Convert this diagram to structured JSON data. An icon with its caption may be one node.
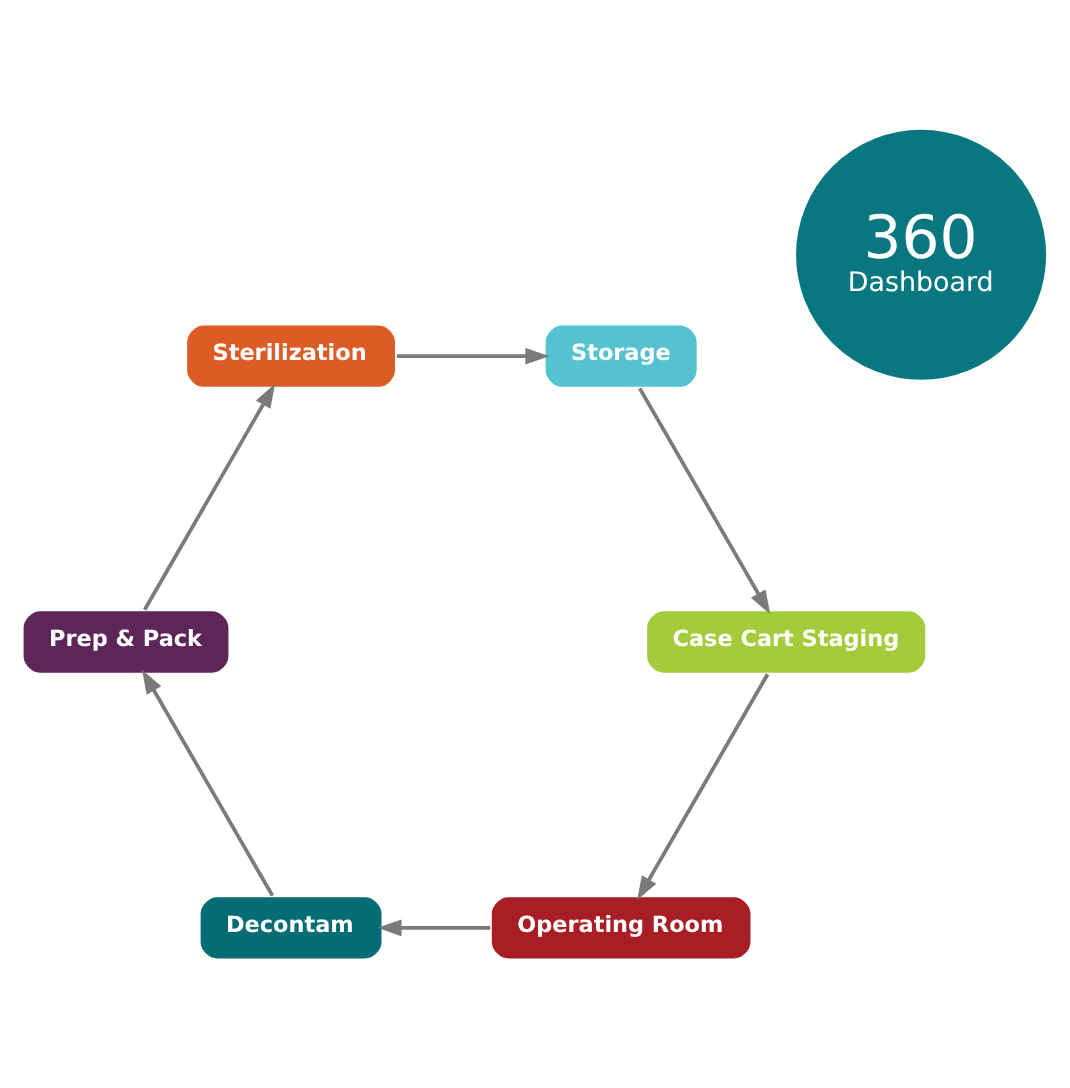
{
  "diagram": {
    "nodes": [
      {
        "text": [
          "Operating Room"
        ]
      },
      {
        "text": [
          "Decontam"
        ]
      },
      {
        "text": [
          "Prep & Pack"
        ]
      },
      {
        "text": [
          "Sterilization"
        ]
      },
      {
        "text": [
          "Storage"
        ]
      },
      {
        "text": [
          "Case Cart Staging"
        ]
      },
      {
        "text": [
          "360",
          "Dashboard"
        ]
      }
    ],
    "edges": [
      {
        "from": 0,
        "to": 1,
        "arrow": "to"
      },
      {
        "from": 1,
        "to": 2,
        "arrow": "to"
      },
      {
        "from": 2,
        "to": 3,
        "arrow": "to"
      },
      {
        "from": 3,
        "to": 4,
        "arrow": "to"
      },
      {
        "from": 4,
        "to": 5,
        "arrow": "to"
      },
      {
        "from": 5,
        "to": 0,
        "arrow": "to"
      }
    ]
  }
}
